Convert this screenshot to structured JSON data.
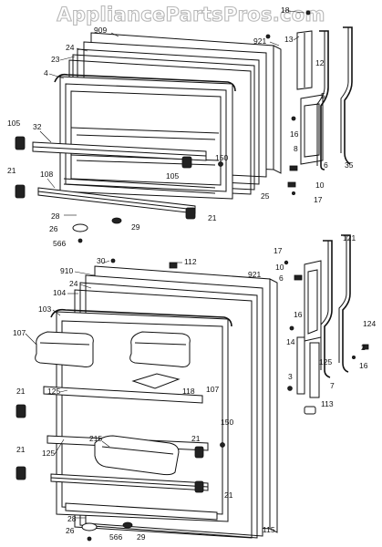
{
  "watermark": "AppliancePartsPros.com",
  "callouts": {
    "top": [
      {
        "id": "c18",
        "text": "18"
      },
      {
        "id": "c909",
        "text": "909"
      },
      {
        "id": "c24a",
        "text": "24"
      },
      {
        "id": "c23",
        "text": "23"
      },
      {
        "id": "c4",
        "text": "4"
      },
      {
        "id": "c921a",
        "text": "921"
      },
      {
        "id": "c13",
        "text": "13"
      },
      {
        "id": "c12",
        "text": "12"
      },
      {
        "id": "c5",
        "text": "5"
      },
      {
        "id": "c16a",
        "text": "16"
      },
      {
        "id": "c8",
        "text": "8"
      },
      {
        "id": "c6",
        "text": "6"
      },
      {
        "id": "c35",
        "text": "35"
      },
      {
        "id": "c10a",
        "text": "10"
      },
      {
        "id": "c17a",
        "text": "17"
      },
      {
        "id": "c25",
        "text": "25"
      },
      {
        "id": "c150a",
        "text": "150"
      },
      {
        "id": "c105a",
        "text": "105"
      },
      {
        "id": "c105b",
        "text": "105"
      },
      {
        "id": "c32",
        "text": "32"
      },
      {
        "id": "c21a",
        "text": "21"
      },
      {
        "id": "c108",
        "text": "108"
      },
      {
        "id": "c28a",
        "text": "28"
      },
      {
        "id": "c26a",
        "text": "26"
      },
      {
        "id": "c566a",
        "text": "566"
      },
      {
        "id": "c29a",
        "text": "29"
      },
      {
        "id": "c21b",
        "text": "21"
      }
    ],
    "bottom": [
      {
        "id": "c30",
        "text": "30"
      },
      {
        "id": "c112",
        "text": "112"
      },
      {
        "id": "c17b",
        "text": "17"
      },
      {
        "id": "c121",
        "text": "121"
      },
      {
        "id": "c10b",
        "text": "10"
      },
      {
        "id": "c910",
        "text": "910"
      },
      {
        "id": "c24b",
        "text": "24"
      },
      {
        "id": "c921b",
        "text": "921"
      },
      {
        "id": "c6b",
        "text": "6"
      },
      {
        "id": "c104",
        "text": "104"
      },
      {
        "id": "c103",
        "text": "103"
      },
      {
        "id": "c16b",
        "text": "16"
      },
      {
        "id": "c124",
        "text": "124"
      },
      {
        "id": "c107a",
        "text": "107"
      },
      {
        "id": "c14",
        "text": "14"
      },
      {
        "id": "c125a",
        "text": "125"
      },
      {
        "id": "c2",
        "text": "2"
      },
      {
        "id": "c16c",
        "text": "16"
      },
      {
        "id": "c3",
        "text": "3"
      },
      {
        "id": "c118",
        "text": "118"
      },
      {
        "id": "c107b",
        "text": "107"
      },
      {
        "id": "c7",
        "text": "7"
      },
      {
        "id": "c21c",
        "text": "21"
      },
      {
        "id": "c125b",
        "text": "125"
      },
      {
        "id": "c113",
        "text": "113"
      },
      {
        "id": "c150b",
        "text": "150"
      },
      {
        "id": "c215",
        "text": "215"
      },
      {
        "id": "c21d",
        "text": "21"
      },
      {
        "id": "c21e",
        "text": "21"
      },
      {
        "id": "c125c",
        "text": "125"
      },
      {
        "id": "c21f",
        "text": "21"
      },
      {
        "id": "c115",
        "text": "115"
      },
      {
        "id": "c28b",
        "text": "28"
      },
      {
        "id": "c26b",
        "text": "26"
      },
      {
        "id": "c566b",
        "text": "566"
      },
      {
        "id": "c29b",
        "text": "29"
      }
    ]
  }
}
